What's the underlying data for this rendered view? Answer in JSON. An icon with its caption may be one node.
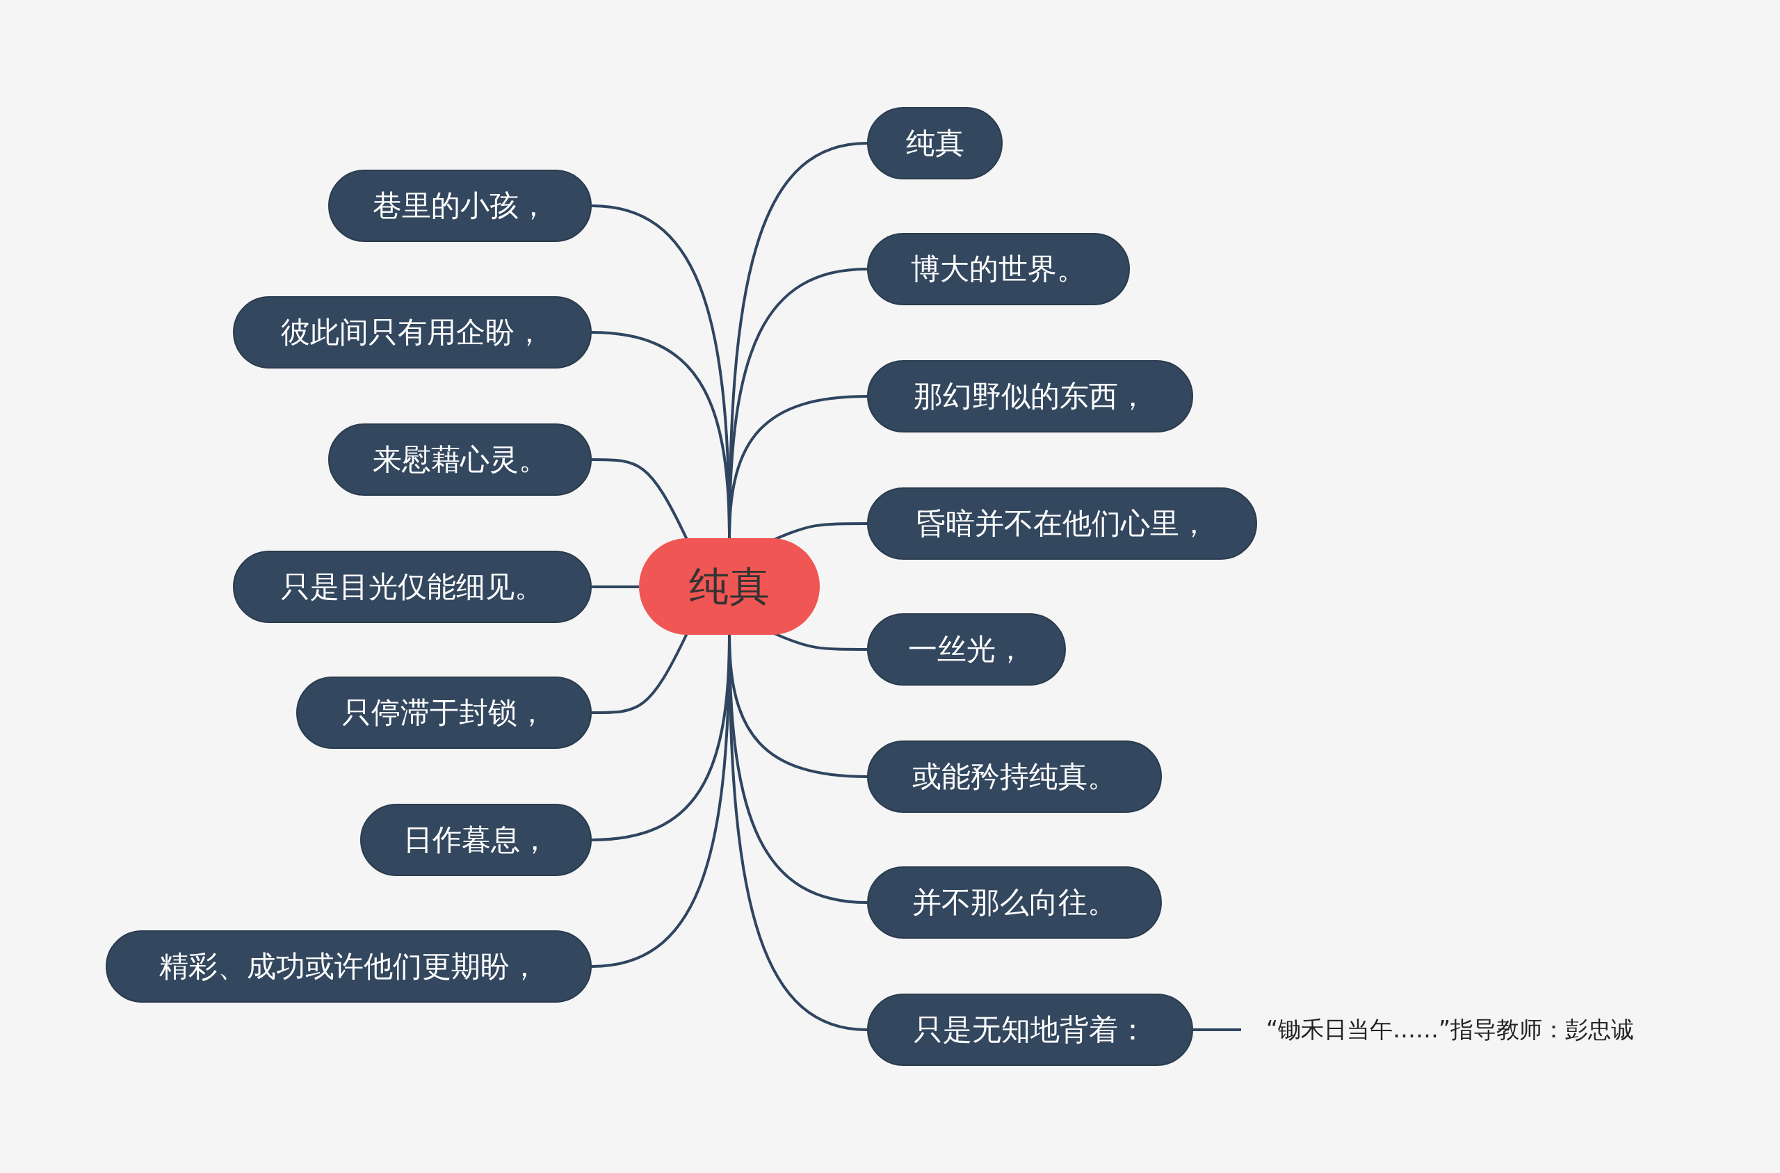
{
  "diagram": {
    "nodes": [
      {
        "text": [
          "纯真"
        ]
      },
      {
        "text": [
          "纯真"
        ]
      },
      {
        "text": [
          "博大的世界。"
        ]
      },
      {
        "text": [
          "那幻野似的东西，"
        ]
      },
      {
        "text": [
          "昏暗并不在他们心里，"
        ]
      },
      {
        "text": [
          "一丝光，"
        ]
      },
      {
        "text": [
          "或能矜持纯真。"
        ]
      },
      {
        "text": [
          "并不那么向往。"
        ]
      },
      {
        "text": [
          "只是无知地背着："
        ]
      },
      {
        "text": [
          "巷里的小孩，"
        ]
      },
      {
        "text": [
          "彼此间只有用企盼，"
        ]
      },
      {
        "text": [
          "来慰藉心灵。"
        ]
      },
      {
        "text": [
          "只是目光仅能细见。"
        ]
      },
      {
        "text": [
          "只停滞于封锁，"
        ]
      },
      {
        "text": [
          "日作暮息，"
        ]
      },
      {
        "text": [
          "精彩、成功或许他们更期盼，"
        ]
      },
      {
        "text": [
          "“锄禾日当午……”指导教师：彭忠诚"
        ]
      }
    ],
    "edges": [
      {
        "from": 0,
        "to": 1,
        "arrow": "none"
      },
      {
        "from": 0,
        "to": 2,
        "arrow": "none"
      },
      {
        "from": 0,
        "to": 3,
        "arrow": "none"
      },
      {
        "from": 0,
        "to": 4,
        "arrow": "none"
      },
      {
        "from": 0,
        "to": 5,
        "arrow": "none"
      },
      {
        "from": 0,
        "to": 6,
        "arrow": "none"
      },
      {
        "from": 0,
        "to": 7,
        "arrow": "none"
      },
      {
        "from": 0,
        "to": 8,
        "arrow": "none"
      },
      {
        "from": 0,
        "to": 9,
        "arrow": "none"
      },
      {
        "from": 0,
        "to": 10,
        "arrow": "none"
      },
      {
        "from": 0,
        "to": 11,
        "arrow": "none"
      },
      {
        "from": 0,
        "to": 12,
        "arrow": "none"
      },
      {
        "from": 0,
        "to": 13,
        "arrow": "none"
      },
      {
        "from": 0,
        "to": 14,
        "arrow": "none"
      },
      {
        "from": 0,
        "to": 15,
        "arrow": "none"
      },
      {
        "from": 8,
        "to": 16,
        "arrow": "none"
      }
    ]
  }
}
